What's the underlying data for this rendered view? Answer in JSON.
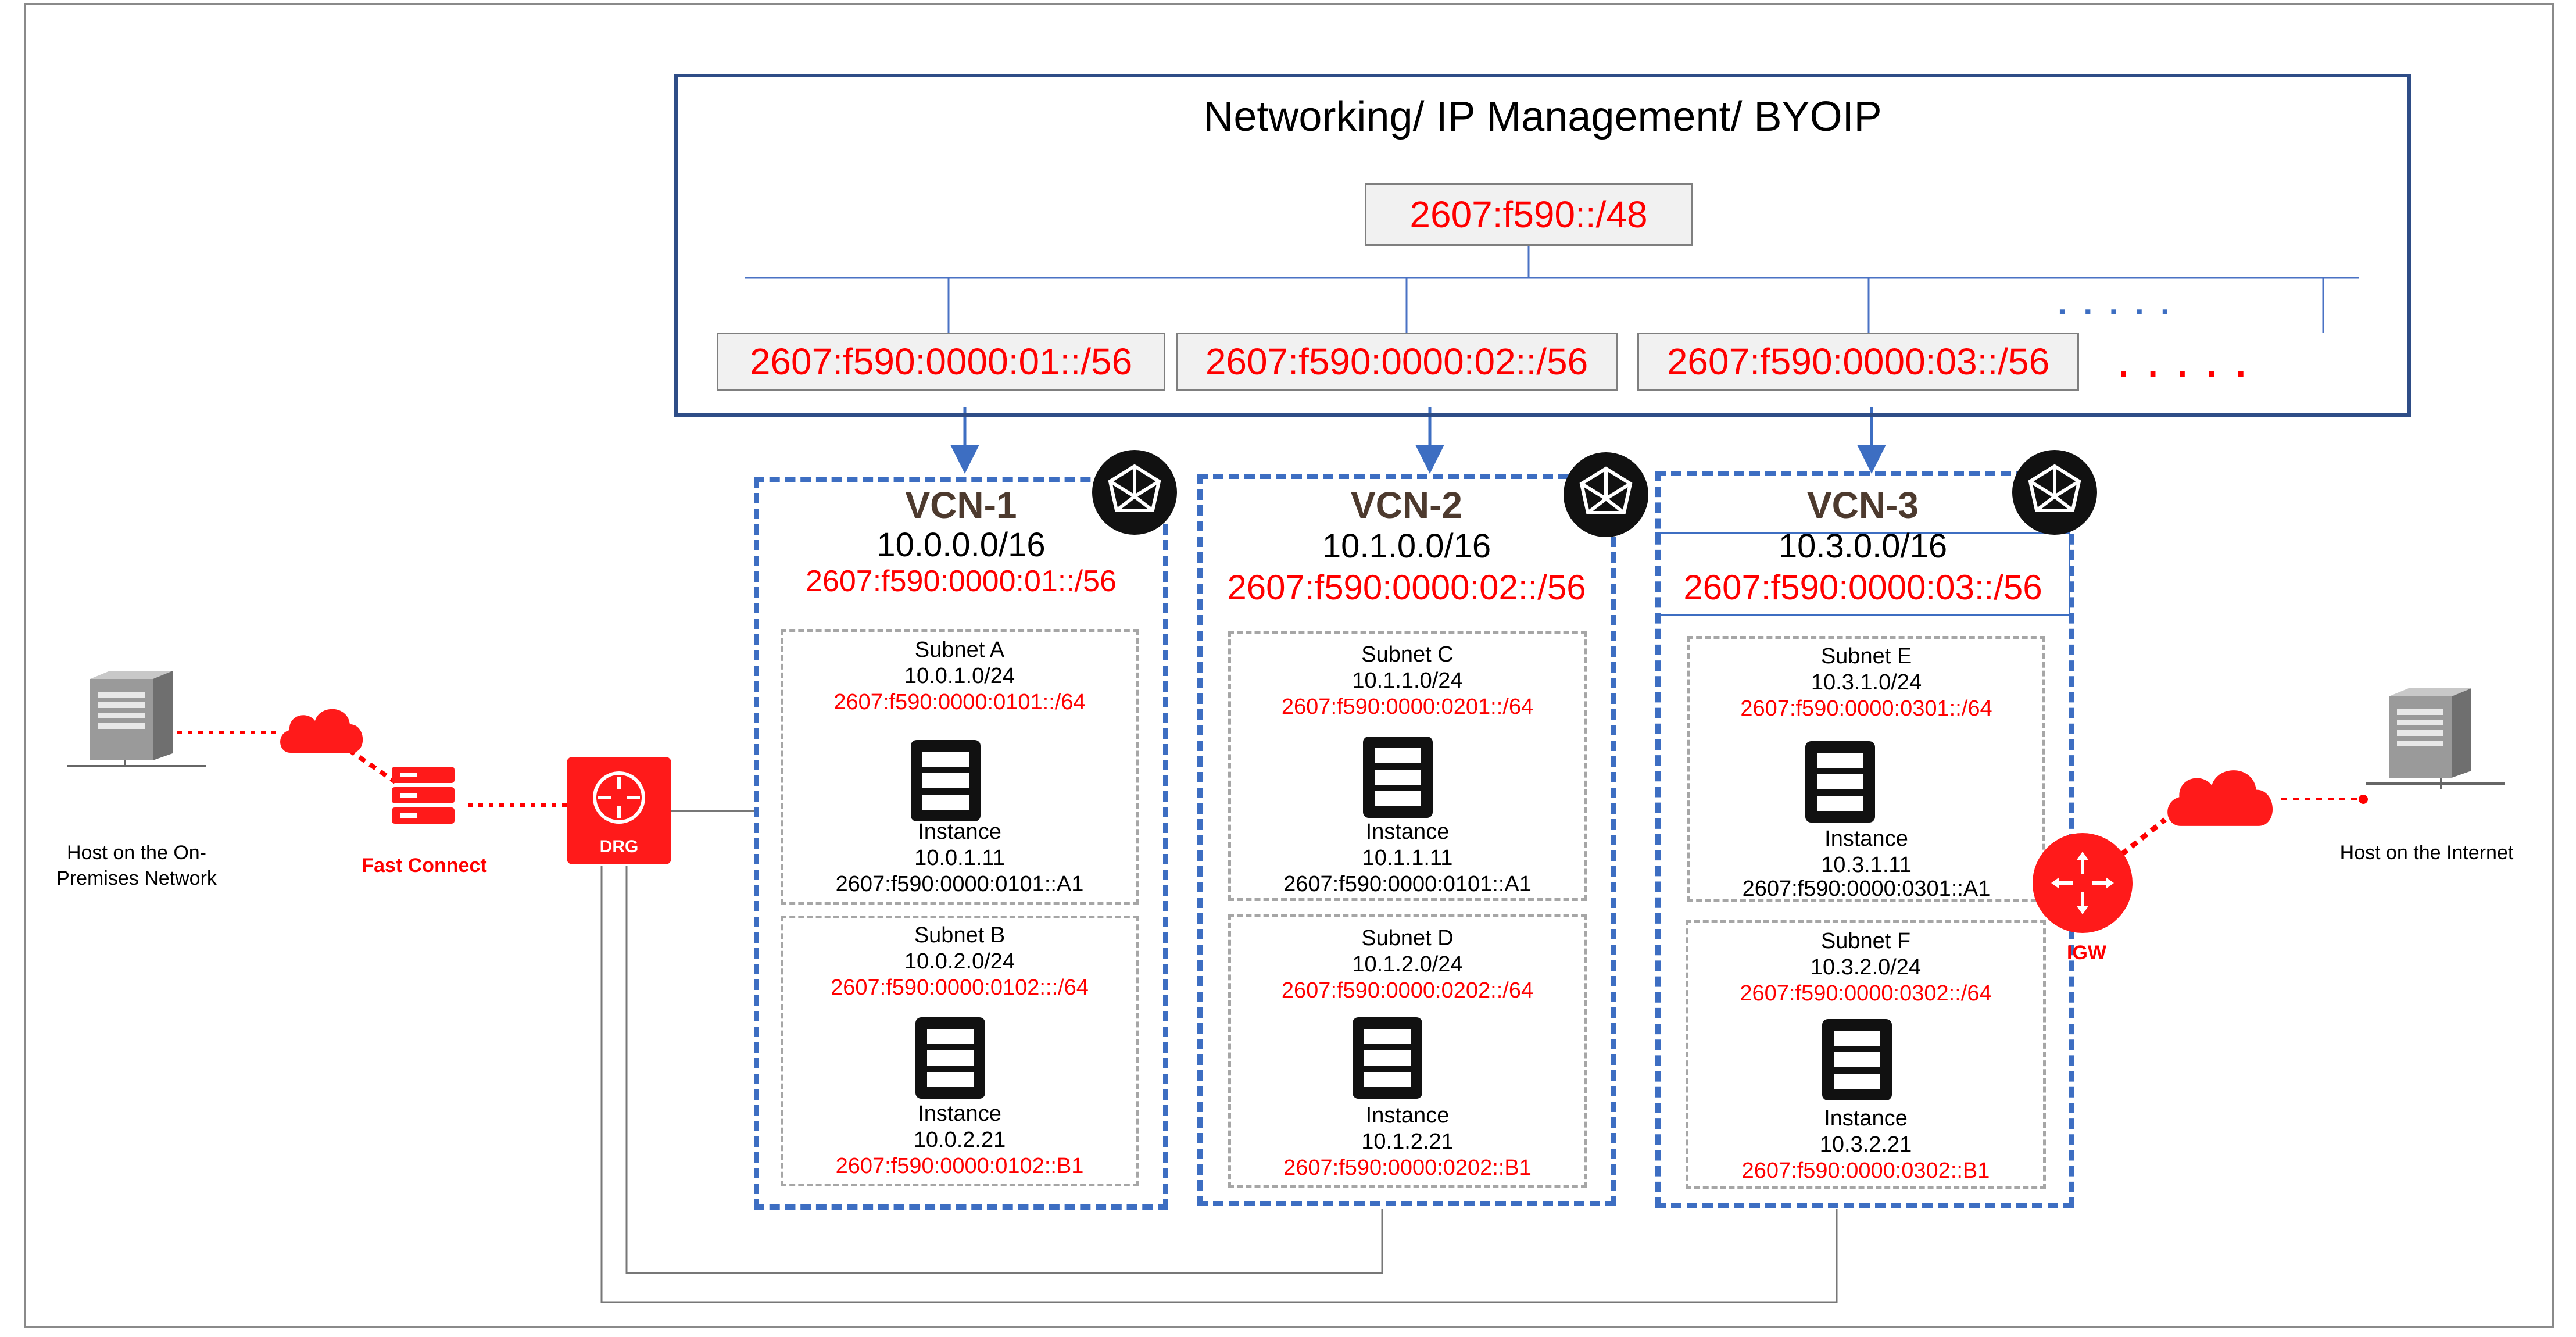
{
  "colors": {
    "accent_red": "#ff0000",
    "vcn_border": "#3d6ec2",
    "byoip_border": "#2e4d87",
    "subnet_border": "#a6a6a6",
    "vcn_label": "#4d3a2e"
  },
  "byoip": {
    "title": "Networking/ IP Management/ BYOIP",
    "root_prefix": "2607:f590::/48",
    "children": [
      "2607:f590:0000:01::/56",
      "2607:f590:0000:02::/56",
      "2607:f590:0000:03::/56"
    ],
    "more_blue": ". . . . .",
    "more_red": ". . . . ."
  },
  "vcns": [
    {
      "name": "VCN-1",
      "cidr": "10.0.0.0/16",
      "ipv6": "2607:f590:0000:01::/56",
      "icon": "vcn-network-icon",
      "subnets": [
        {
          "name": "Subnet  A",
          "cidr": "10.0.1.0/24",
          "ipv6": "2607:f590:0000:0101::/64",
          "instance_label": "Instance",
          "instance_ip": "10.0.1.11",
          "instance_ipv6": "2607:f590:0000:0101::A1",
          "ipv6_color": "black"
        },
        {
          "name": "Subnet B",
          "cidr": "10.0.2.0/24",
          "ipv6": "2607:f590:0000:0102:::/64",
          "instance_label": "Instance",
          "instance_ip": "10.0.2.21",
          "instance_ipv6": "2607:f590:0000:0102::B1",
          "ipv6_color": "red"
        }
      ]
    },
    {
      "name": "VCN-2",
      "cidr": "10.1.0.0/16",
      "ipv6": "2607:f590:0000:02::/56",
      "icon": "vcn-network-icon",
      "subnets": [
        {
          "name": "Subnet C",
          "cidr": "10.1.1.0/24",
          "ipv6": "2607:f590:0000:0201::/64",
          "instance_label": "Instance",
          "instance_ip": "10.1.1.11",
          "instance_ipv6": "2607:f590:0000:0101::A1",
          "ipv6_color": "black"
        },
        {
          "name": "Subnet D",
          "cidr": "10.1.2.0/24",
          "ipv6": "2607:f590:0000:0202::/64",
          "instance_label": "Instance",
          "instance_ip": "10.1.2.21",
          "instance_ipv6": "2607:f590:0000:0202::B1",
          "ipv6_color": "red"
        }
      ]
    },
    {
      "name": "VCN-3",
      "cidr": "10.3.0.0/16",
      "ipv6": "2607:f590:0000:03::/56",
      "icon": "vcn-network-icon",
      "subnets": [
        {
          "name": "Subnet E",
          "cidr": "10.3.1.0/24",
          "ipv6": "2607:f590:0000:0301::/64",
          "instance_label": "Instance",
          "instance_ip": "10.3.1.11",
          "instance_ipv6": "2607:f590:0000:0301::A1",
          "ipv6_color": "black"
        },
        {
          "name": "Subnet F",
          "cidr": "10.3.2.0/24",
          "ipv6": "2607:f590:0000:0302::/64",
          "instance_label": "Instance",
          "instance_ip": "10.3.2.21",
          "instance_ipv6": "2607:f590:0000:0302::B1",
          "ipv6_color": "red"
        }
      ]
    }
  ],
  "left": {
    "host_label": "Host on the On-Premises Network",
    "fastconnect_label": "Fast Connect",
    "drg_label": "DRG",
    "icons": [
      "server-host-icon",
      "cloud-icon",
      "fastconnect-icon",
      "drg-router-icon"
    ]
  },
  "right": {
    "host_label": "Host on the Internet",
    "igw_label": "IGW",
    "icons": [
      "server-host-icon",
      "cloud-icon",
      "igw-router-icon"
    ]
  }
}
